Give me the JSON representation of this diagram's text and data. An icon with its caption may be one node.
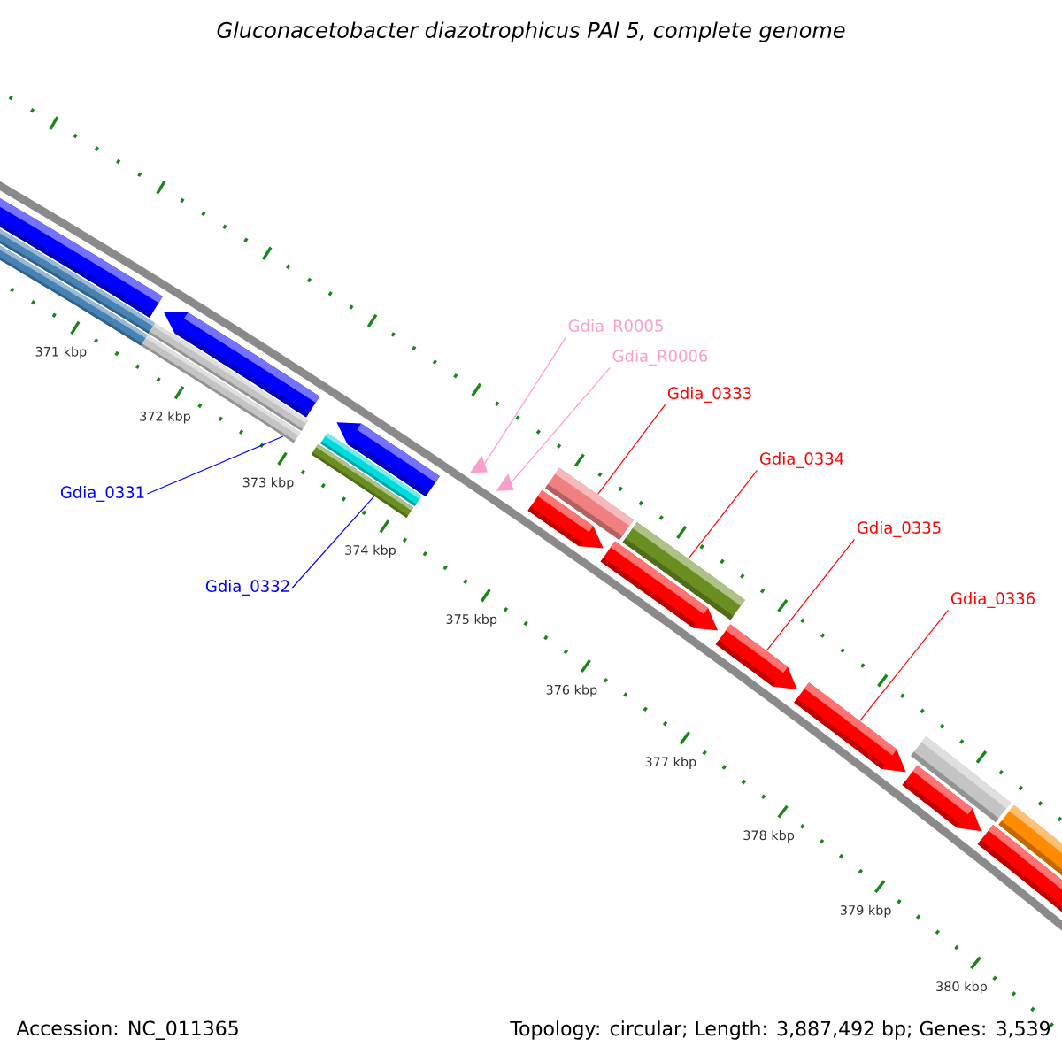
{
  "diagram": {
    "title": "Gluconacetobacter diazotrophicus PAl 5, complete genome",
    "nodes": [
      {
        "text": [
          "Gdia_0331"
        ]
      },
      {
        "text": [
          "Gdia_0332"
        ]
      },
      {
        "text": [
          "Gdia_R0005"
        ]
      },
      {
        "text": [
          "Gdia_R0006"
        ]
      },
      {
        "text": [
          "Gdia_0333"
        ]
      },
      {
        "text": [
          "Gdia_0334"
        ]
      },
      {
        "text": [
          "Gdia_0335"
        ]
      },
      {
        "text": [
          "Gdia_0336"
        ]
      },
      {
        "text": [],
        "shape": "arrow"
      },
      {
        "text": [],
        "shape": "bar"
      },
      {
        "text": [],
        "shape": "bar"
      },
      {
        "text": [],
        "shape": "bar"
      },
      {
        "text": [],
        "shape": "bar"
      },
      {
        "text": [],
        "shape": "arrow"
      },
      {
        "text": [],
        "shape": "bar"
      },
      {
        "text": [],
        "shape": "bar"
      },
      {
        "text": [],
        "shape": "arrow"
      },
      {
        "text": [],
        "shape": "triangle"
      },
      {
        "text": [],
        "shape": "triangle"
      },
      {
        "text": [],
        "shape": "arrow"
      },
      {
        "text": [],
        "shape": "bar"
      },
      {
        "text": [],
        "shape": "arrow"
      },
      {
        "text": [],
        "shape": "bar"
      },
      {
        "text": [],
        "shape": "arrow"
      },
      {
        "text": [],
        "shape": "arrow"
      },
      {
        "text": [],
        "shape": "arrow"
      },
      {
        "text": [],
        "shape": "bar"
      },
      {
        "text": [],
        "shape": "arrow"
      },
      {
        "text": [],
        "shape": "bar"
      }
    ],
    "edges": [
      {
        "from": 0,
        "to": 12,
        "arrow": "none",
        "color": "#0000ff"
      },
      {
        "from": 1,
        "to": 14,
        "arrow": "none",
        "color": "#0000ff"
      },
      {
        "from": 2,
        "to": 17,
        "arrow": "none",
        "color": "#ff99cc"
      },
      {
        "from": 3,
        "to": 18,
        "arrow": "none",
        "color": "#ff99cc"
      },
      {
        "from": 4,
        "to": 20,
        "arrow": "none"
      },
      {
        "from": 5,
        "to": 22,
        "arrow": "none"
      },
      {
        "from": 6,
        "to": 23,
        "arrow": "none"
      },
      {
        "from": 7,
        "to": 24,
        "arrow": "none"
      }
    ],
    "labels": [
      "371 kbp",
      "372 kbp",
      "373 kbp",
      "374 kbp",
      "375 kbp",
      "376 kbp",
      "377 kbp",
      "378 kbp",
      "379 kbp",
      "380 kbp",
      "Accession: NC_011365",
      "Topology: circular; Length: 3,887,492 bp; Genes: 3,539"
    ]
  }
}
